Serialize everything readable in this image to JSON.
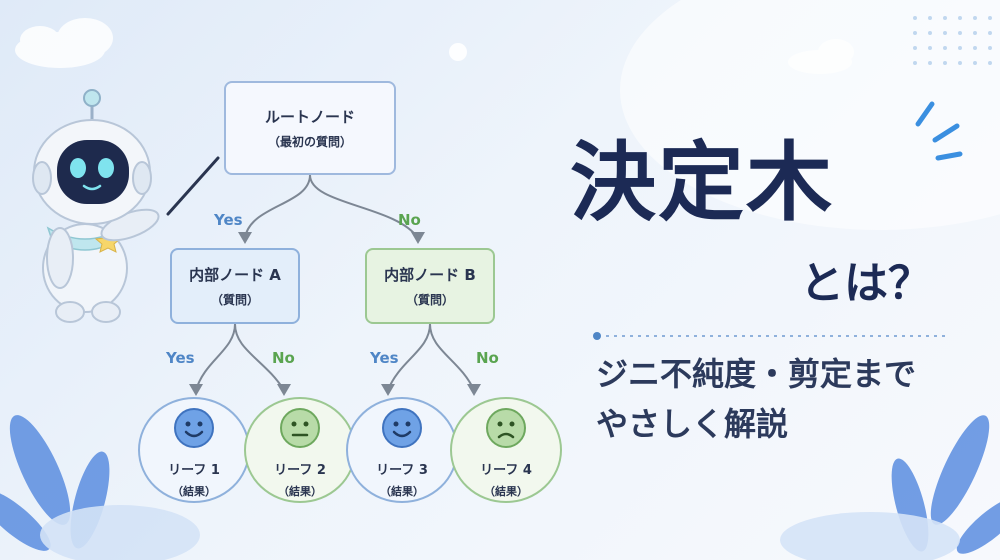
{
  "colors": {
    "title": "#1c2a55",
    "yes": "#4f86c6",
    "no": "#5aa450",
    "blue_border": "#8fb1dc",
    "green_border": "#9cc892"
  },
  "diagram": {
    "root": {
      "title": "ルートノード",
      "sub": "（最初の質問）"
    },
    "node_a": {
      "title": "内部ノード A",
      "sub": "（質問）"
    },
    "node_b": {
      "title": "内部ノード B",
      "sub": "（質問）"
    },
    "edge_labels": {
      "yes": "Yes",
      "no": "No"
    },
    "leaves": [
      {
        "title": "リーフ 1",
        "sub": "（結果）",
        "face": "happy"
      },
      {
        "title": "リーフ 2",
        "sub": "（結果）",
        "face": "neutral"
      },
      {
        "title": "リーフ 3",
        "sub": "（結果）",
        "face": "happy"
      },
      {
        "title": "リーフ 4",
        "sub": "（結果）",
        "face": "sad"
      }
    ]
  },
  "heading": {
    "title": "決定木",
    "title2": "とは？",
    "subtitle_line1": "ジニ不純度・剪定まで",
    "subtitle_line2": "やさしく解説"
  },
  "illustration": {
    "character": "robot-mascot-icon",
    "pointer": "pointer-stick-icon"
  }
}
